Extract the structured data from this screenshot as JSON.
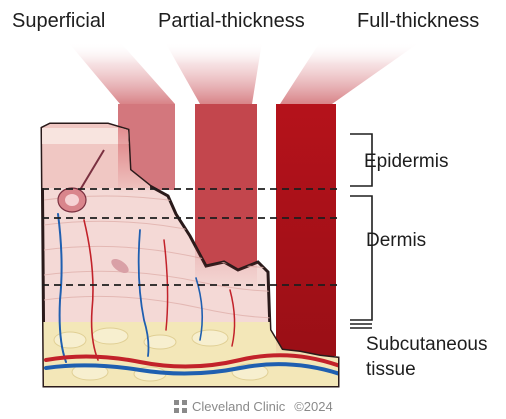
{
  "burn_types": [
    "Superficial",
    "Partial-thickness",
    "Full-thickness"
  ],
  "layers": {
    "epidermis": "Epidermis",
    "dermis": "Dermis",
    "subcutaneous_line1": "Subcutaneous",
    "subcutaneous_line2": "tissue"
  },
  "credit": {
    "brand": "Cleveland Clinic",
    "copyright": "©2024"
  },
  "colors": {
    "burn_red": "#b5121b",
    "beam_pink": "#e8a0a8",
    "dermis_pink": "#f3dcd9",
    "fat_yellow": "#f3e7b8",
    "vein_blue": "#1f5fb0",
    "artery_red": "#c2222a"
  }
}
